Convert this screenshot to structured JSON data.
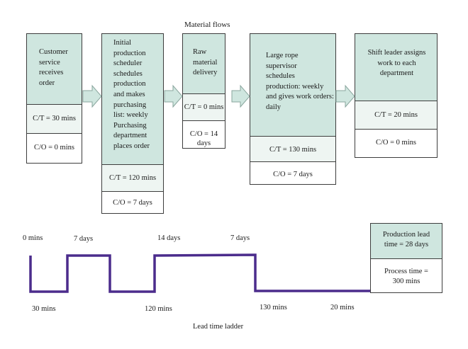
{
  "title": "Material flows",
  "footer": "Lead time ladder",
  "process_boxes": [
    {
      "description": "Customer\nservice\nreceives\norder",
      "ct": "C/T = 30 mins",
      "co": "C/O = 0 mins"
    },
    {
      "description": "Initial\nproduction\nscheduler\nschedules\nproduction\nand makes\npurchasing\nlist: weekly\nPurchasing\ndepartment\nplaces order",
      "ct": "C/T = 120 mins",
      "co": "C/O = 7 days"
    },
    {
      "description": "Raw\nmaterial\ndelivery",
      "ct": "C/T = 0 mins",
      "co": "C/O = 14 days"
    },
    {
      "description": "Large rope\nsupervisor\nschedules\nproduction: weekly\nand gives work orders:\ndaily",
      "ct": "C/T = 130 mins",
      "co": "C/O = 7 days"
    },
    {
      "description": "Shift leader assigns\nwork to each\ndepartment",
      "ct": "C/T = 20 mins",
      "co": "C/O = 0 mins"
    }
  ],
  "timeline": {
    "top_labels": [
      "0 mins",
      "7 days",
      "14 days",
      "7 days"
    ],
    "bottom_labels": [
      "30 mins",
      "120 mins",
      "130 mins",
      "20 mins"
    ]
  },
  "summary": {
    "lead_time": "Production lead\ntime = 28 days",
    "process_time": "Process time =\n300 mins"
  },
  "colors": {
    "box_fill": "#cfe6df",
    "ladder_line": "#4b2c8c",
    "arrow_fill": "#cfe6df"
  }
}
